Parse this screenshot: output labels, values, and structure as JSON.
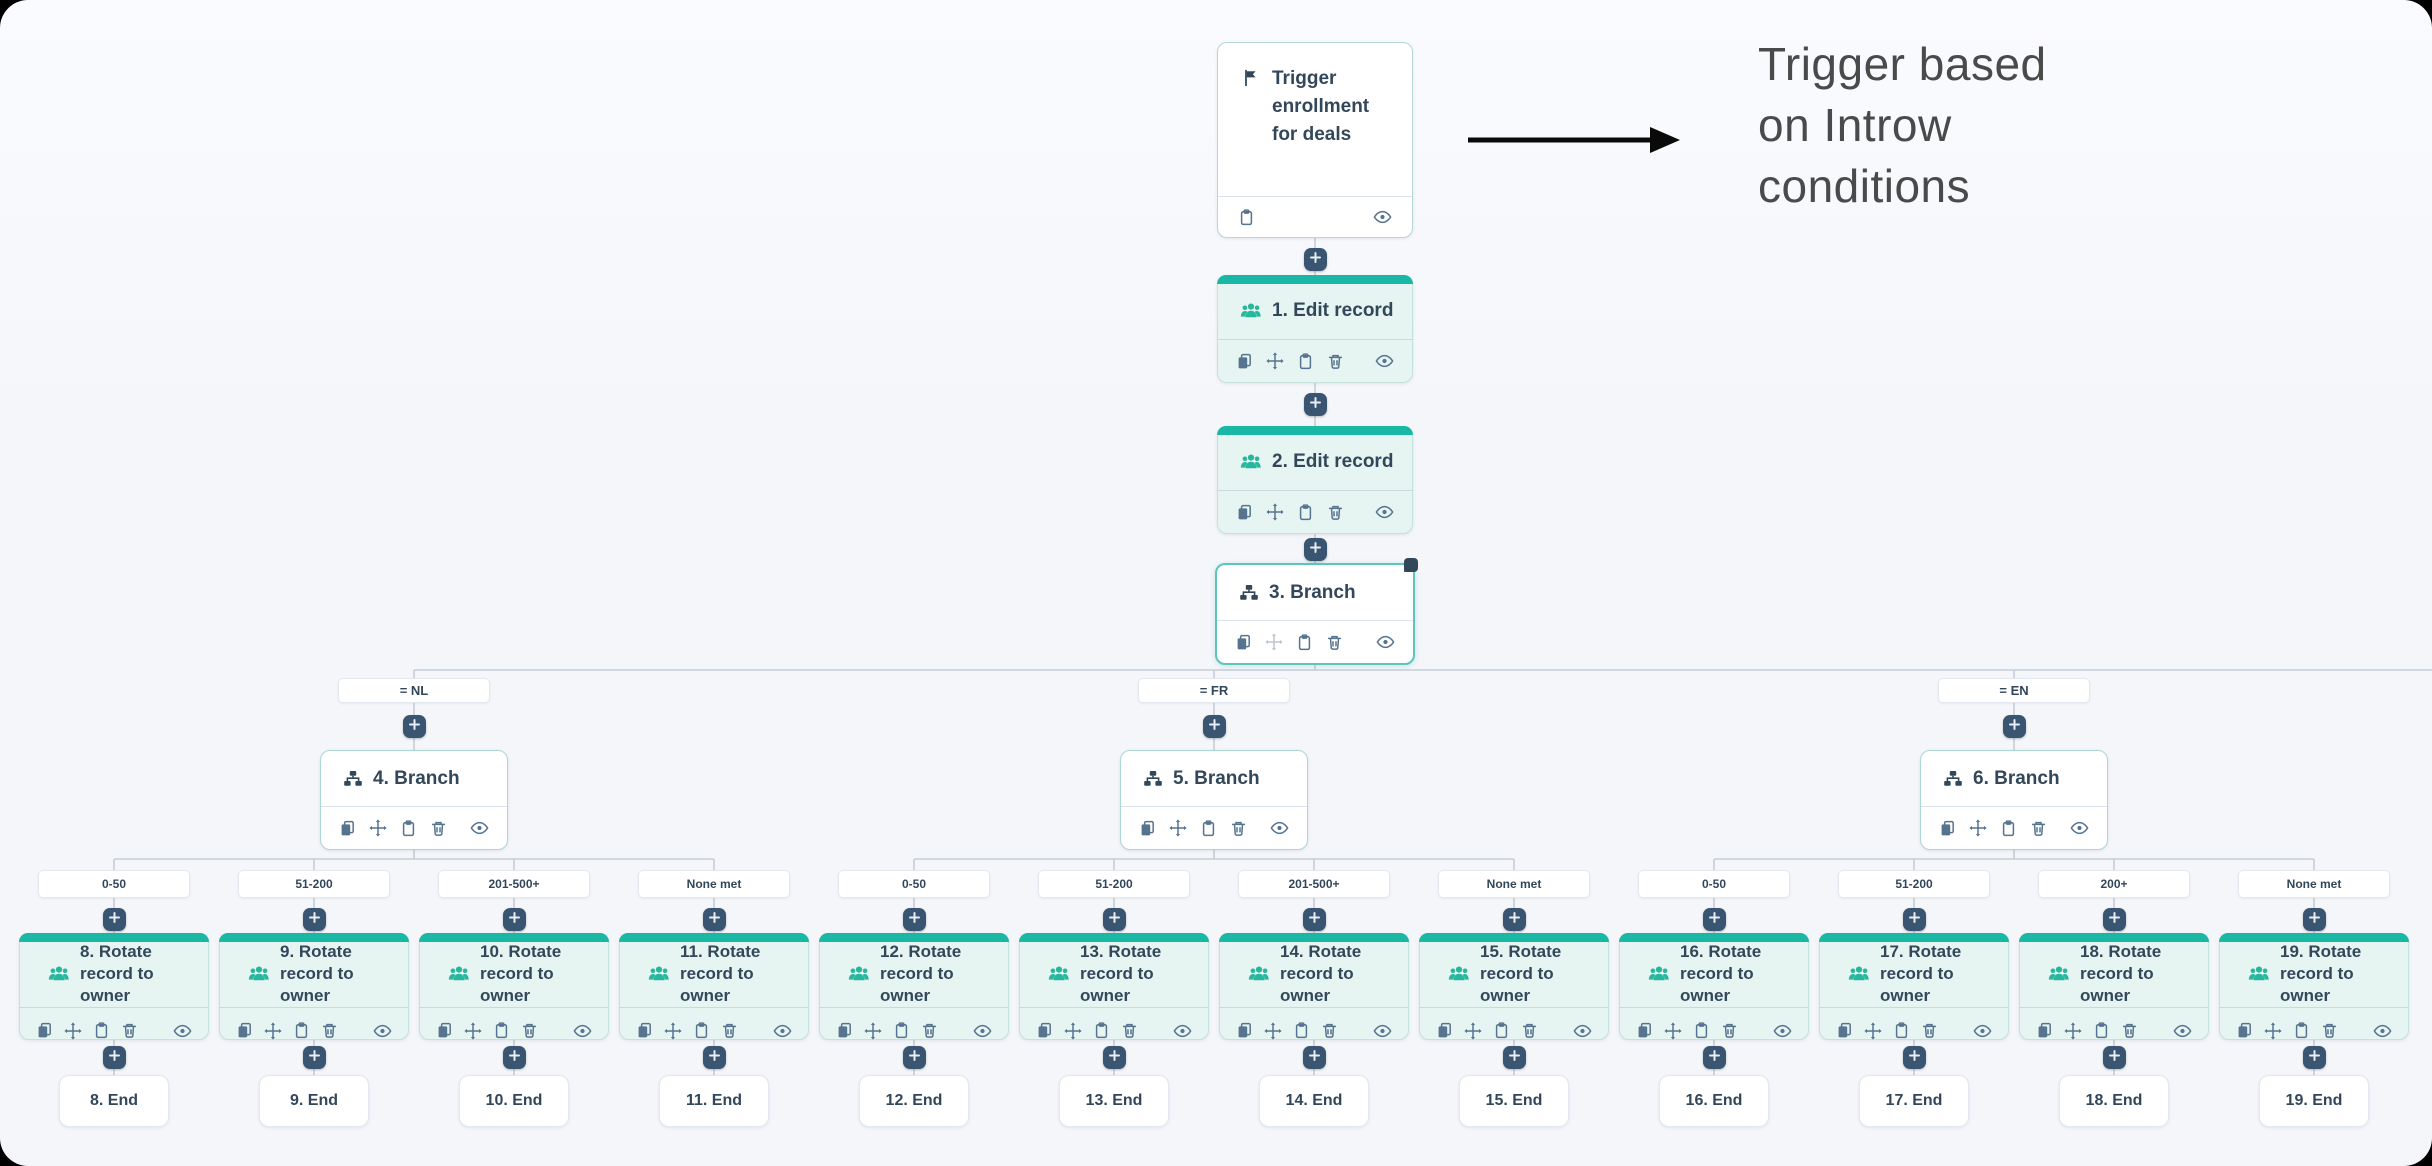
{
  "colors": {
    "accent_teal": "#19b8a4",
    "node_mint": "#e6f5f1",
    "navy_text": "#33475b",
    "icon_slate": "#56738f",
    "wire": "#c7cdd8",
    "plus_button": "#3a5571",
    "annotation_text": "#4a4a4a",
    "canvas_bg": "#f4f6fa"
  },
  "annotation": {
    "lines": [
      "Trigger based",
      "on Introw",
      "conditions"
    ],
    "arrow_icon": "right-arrow-icon"
  },
  "trigger": {
    "title": "Trigger enrollment for deals",
    "icon": "flag-icon",
    "footer_icons": [
      "clipboard-icon",
      "preview-icon"
    ]
  },
  "action_footer_icons": [
    "copy-icon",
    "move-icon",
    "clipboard-icon",
    "delete-icon",
    "preview-icon"
  ],
  "chain": [
    {
      "title": "1. Edit record",
      "kind": "action",
      "icon": "people-icon"
    },
    {
      "title": "2. Edit record",
      "kind": "action",
      "icon": "people-icon"
    },
    {
      "title": "3. Branch",
      "kind": "branch",
      "icon": "sitemap-icon",
      "selected": true
    }
  ],
  "branches": [
    {
      "condition": "= NL",
      "title": "4. Branch",
      "icon": "sitemap-icon",
      "children": [
        {
          "condition": "0-50",
          "action": "8. Rotate record to owner",
          "end": "8. End"
        },
        {
          "condition": "51-200",
          "action": "9. Rotate record to owner",
          "end": "9. End"
        },
        {
          "condition": "201-500+",
          "action": "10. Rotate record to owner",
          "end": "10. End"
        },
        {
          "condition": "None met",
          "action": "11. Rotate record to owner",
          "end": "11. End"
        }
      ]
    },
    {
      "condition": "= FR",
      "title": "5. Branch",
      "icon": "sitemap-icon",
      "children": [
        {
          "condition": "0-50",
          "action": "12. Rotate record to owner",
          "end": "12. End"
        },
        {
          "condition": "51-200",
          "action": "13. Rotate record to owner",
          "end": "13. End"
        },
        {
          "condition": "201-500+",
          "action": "14. Rotate record to owner",
          "end": "14. End"
        },
        {
          "condition": "None met",
          "action": "15. Rotate record to owner",
          "end": "15. End"
        }
      ]
    },
    {
      "condition": "= EN",
      "title": "6. Branch",
      "icon": "sitemap-icon",
      "children": [
        {
          "condition": "0-50",
          "action": "16. Rotate record to owner",
          "end": "16. End"
        },
        {
          "condition": "51-200",
          "action": "17. Rotate record to owner",
          "end": "17. End"
        },
        {
          "condition": "200+",
          "action": "18. Rotate record to owner",
          "end": "18. End"
        },
        {
          "condition": "None met",
          "action": "19. Rotate record to owner",
          "end": "19. End"
        }
      ]
    }
  ]
}
